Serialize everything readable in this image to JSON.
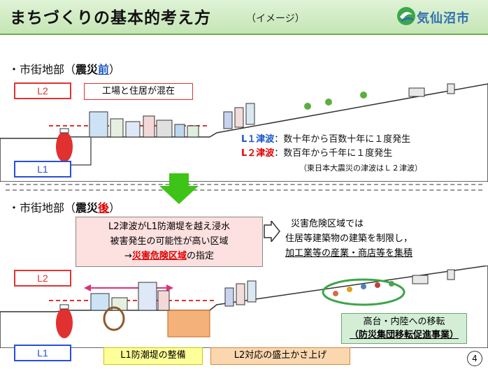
{
  "header": {
    "title": "まちづくりの基本的考え方",
    "subtitle": "（イメージ）",
    "logo_text": "気仙沼市"
  },
  "before": {
    "heading_prefix": "・市街地部（",
    "heading_bold": "震災",
    "heading_accent": "前",
    "heading_suffix": "）",
    "l2_label": "L2",
    "l1_label": "L1",
    "callout": "工場と住居が混在",
    "tsunami_l1_name": "L１津波",
    "tsunami_l1_text": "：数十年から百数十年に１度発生",
    "tsunami_l2_name": "L２津波",
    "tsunami_l2_text": "：数百年から千年に１度発生",
    "tsunami_note": "（東日本大震災の津波はＬ２津波）"
  },
  "after": {
    "heading_prefix": "・市街地部（",
    "heading_bold": "震災",
    "heading_accent": "後",
    "heading_suffix": "）",
    "l2_label": "L2",
    "l1_label": "L1",
    "pink_line1": "L2津波がL1防潮堤を越え浸水",
    "pink_line2": "被害発生の可能性が高い区域",
    "pink_line3_prefix": "→",
    "pink_line3_emph": "災害危険区域",
    "pink_line3_suffix": "の指定",
    "arrow_line1": "災害危険区域では",
    "arrow_line2": "住居等建築物の建築を制限し，",
    "arrow_line3": "加工業等の産業・商店等を集積",
    "green_line1": "高台・内陸への移転",
    "green_line2": "（防災集団移転促進事業）",
    "yellow_label": "L1防潮堤の整備",
    "orange_label": "L2対応の盛土かさ上げ"
  },
  "page_number": "4",
  "colors": {
    "header_bg": "#c5e6b5",
    "red": "#e23232",
    "blue": "#2a4fd6",
    "green_arrow": "#3ec417",
    "sea": "#9fd7f0"
  }
}
